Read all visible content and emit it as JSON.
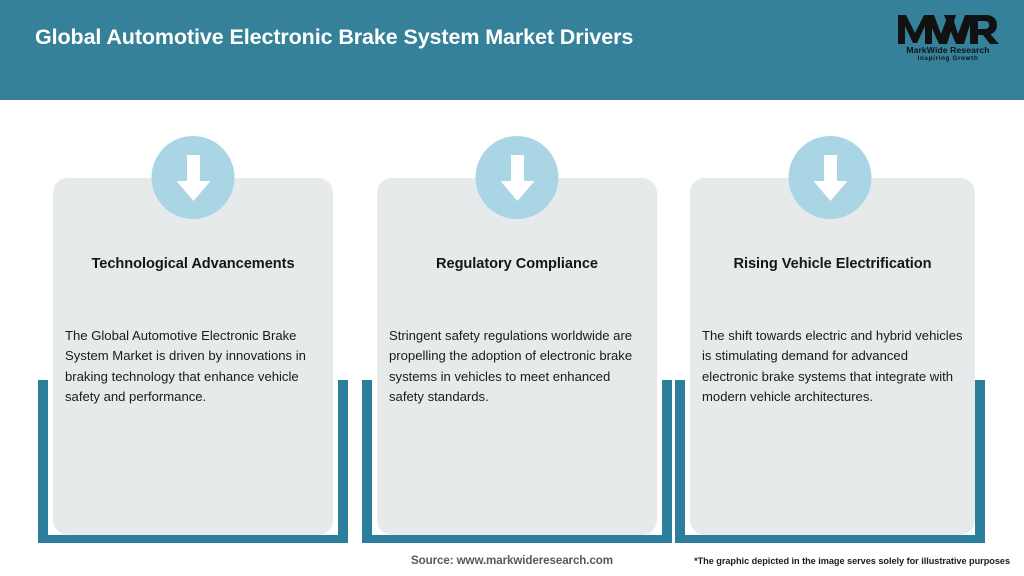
{
  "header": {
    "title": "Global Automotive Electronic Brake System Market Drivers",
    "background_color": "#35819a",
    "logo": {
      "mark": "MWR",
      "name": "MarkWide Research",
      "tagline": "Inspiring Growth"
    }
  },
  "cards": [
    {
      "icon": "arrow-down-icon",
      "title": "Technological Advancements",
      "body": "The Global Automotive Electronic Brake System Market is driven by innovations in braking technology that enhance vehicle safety and performance."
    },
    {
      "icon": "arrow-down-icon",
      "title": "Regulatory Compliance",
      "body": "Stringent safety regulations worldwide are propelling the adoption of electronic brake systems in vehicles to meet enhanced safety standards."
    },
    {
      "icon": "arrow-down-icon",
      "title": "Rising Vehicle Electrification",
      "body": "The shift towards electric and hybrid vehicles is stimulating demand for advanced electronic brake systems that integrate with modern vehicle architectures."
    }
  ],
  "footer": {
    "source": "Source: www.markwideresearch.com",
    "disclaimer": "*The graphic depicted in the image serves solely for illustrative purposes"
  },
  "colors": {
    "header_teal": "#35819a",
    "frame_teal": "#2c7f9c",
    "card_gray": "#e7eaea",
    "circle_blue": "#a9d5e5",
    "arrow_white": "#ffffff"
  }
}
